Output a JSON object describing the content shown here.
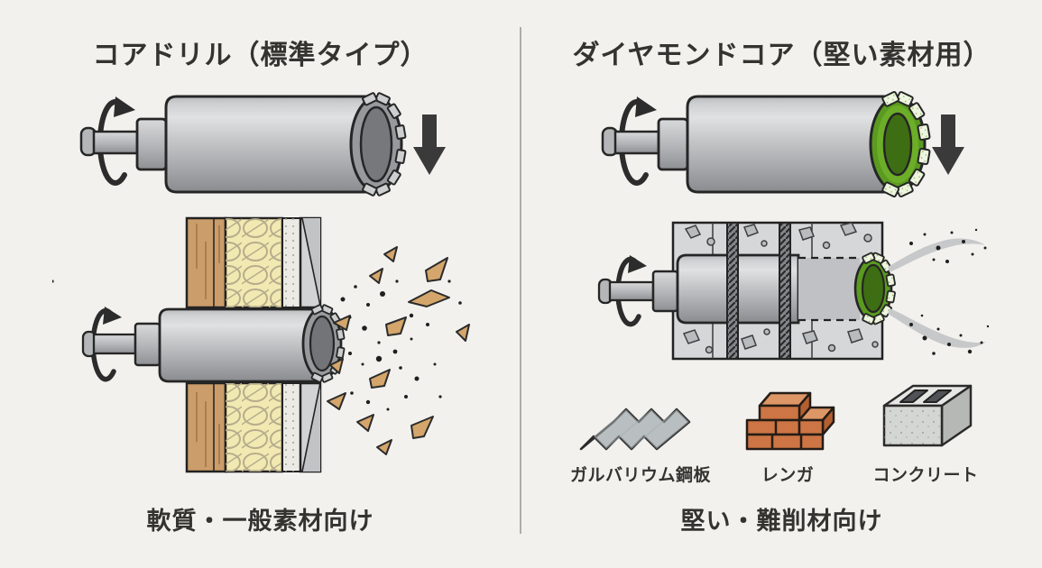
{
  "left_panel": {
    "title": "コアドリル（標準タイプ）",
    "caption": "軟質・一般素材向け",
    "illustrations": {
      "top": "standard-core-drill-bit-with-rotation-and-downforce-arrows",
      "bottom": "standard-core-drill-cutting-through-wood-insulation-siding-wall-with-chips"
    }
  },
  "right_panel": {
    "title": "ダイヤモンドコア（堅い素材用）",
    "caption": "堅い・難削材向け",
    "illustrations": {
      "top": "diamond-core-drill-bit-with-rotation-and-downforce-arrows",
      "bottom": "diamond-core-drill-cutting-through-reinforced-concrete-with-dust"
    },
    "materials": [
      {
        "icon": "corrugated-steel-sheet-icon",
        "label": "ガルバリウム鋼板"
      },
      {
        "icon": "brick-icon",
        "label": "レンガ"
      },
      {
        "icon": "concrete-block-icon",
        "label": "コンクリート"
      }
    ]
  },
  "colors": {
    "background": "#f2f1ee",
    "text": "#343330",
    "outline": "#262626",
    "drill_gray_light": "#e0e1e2",
    "drill_gray_dark": "#8b8c90",
    "diamond_green": "#5a9a20",
    "diamond_segment": "#eef5e1",
    "wood": "#cb9d6a",
    "insulation": "#f2e9b2",
    "concrete": "#d6d7d9",
    "brick": "#cd7544",
    "chip_tan": "#d4a66b"
  }
}
